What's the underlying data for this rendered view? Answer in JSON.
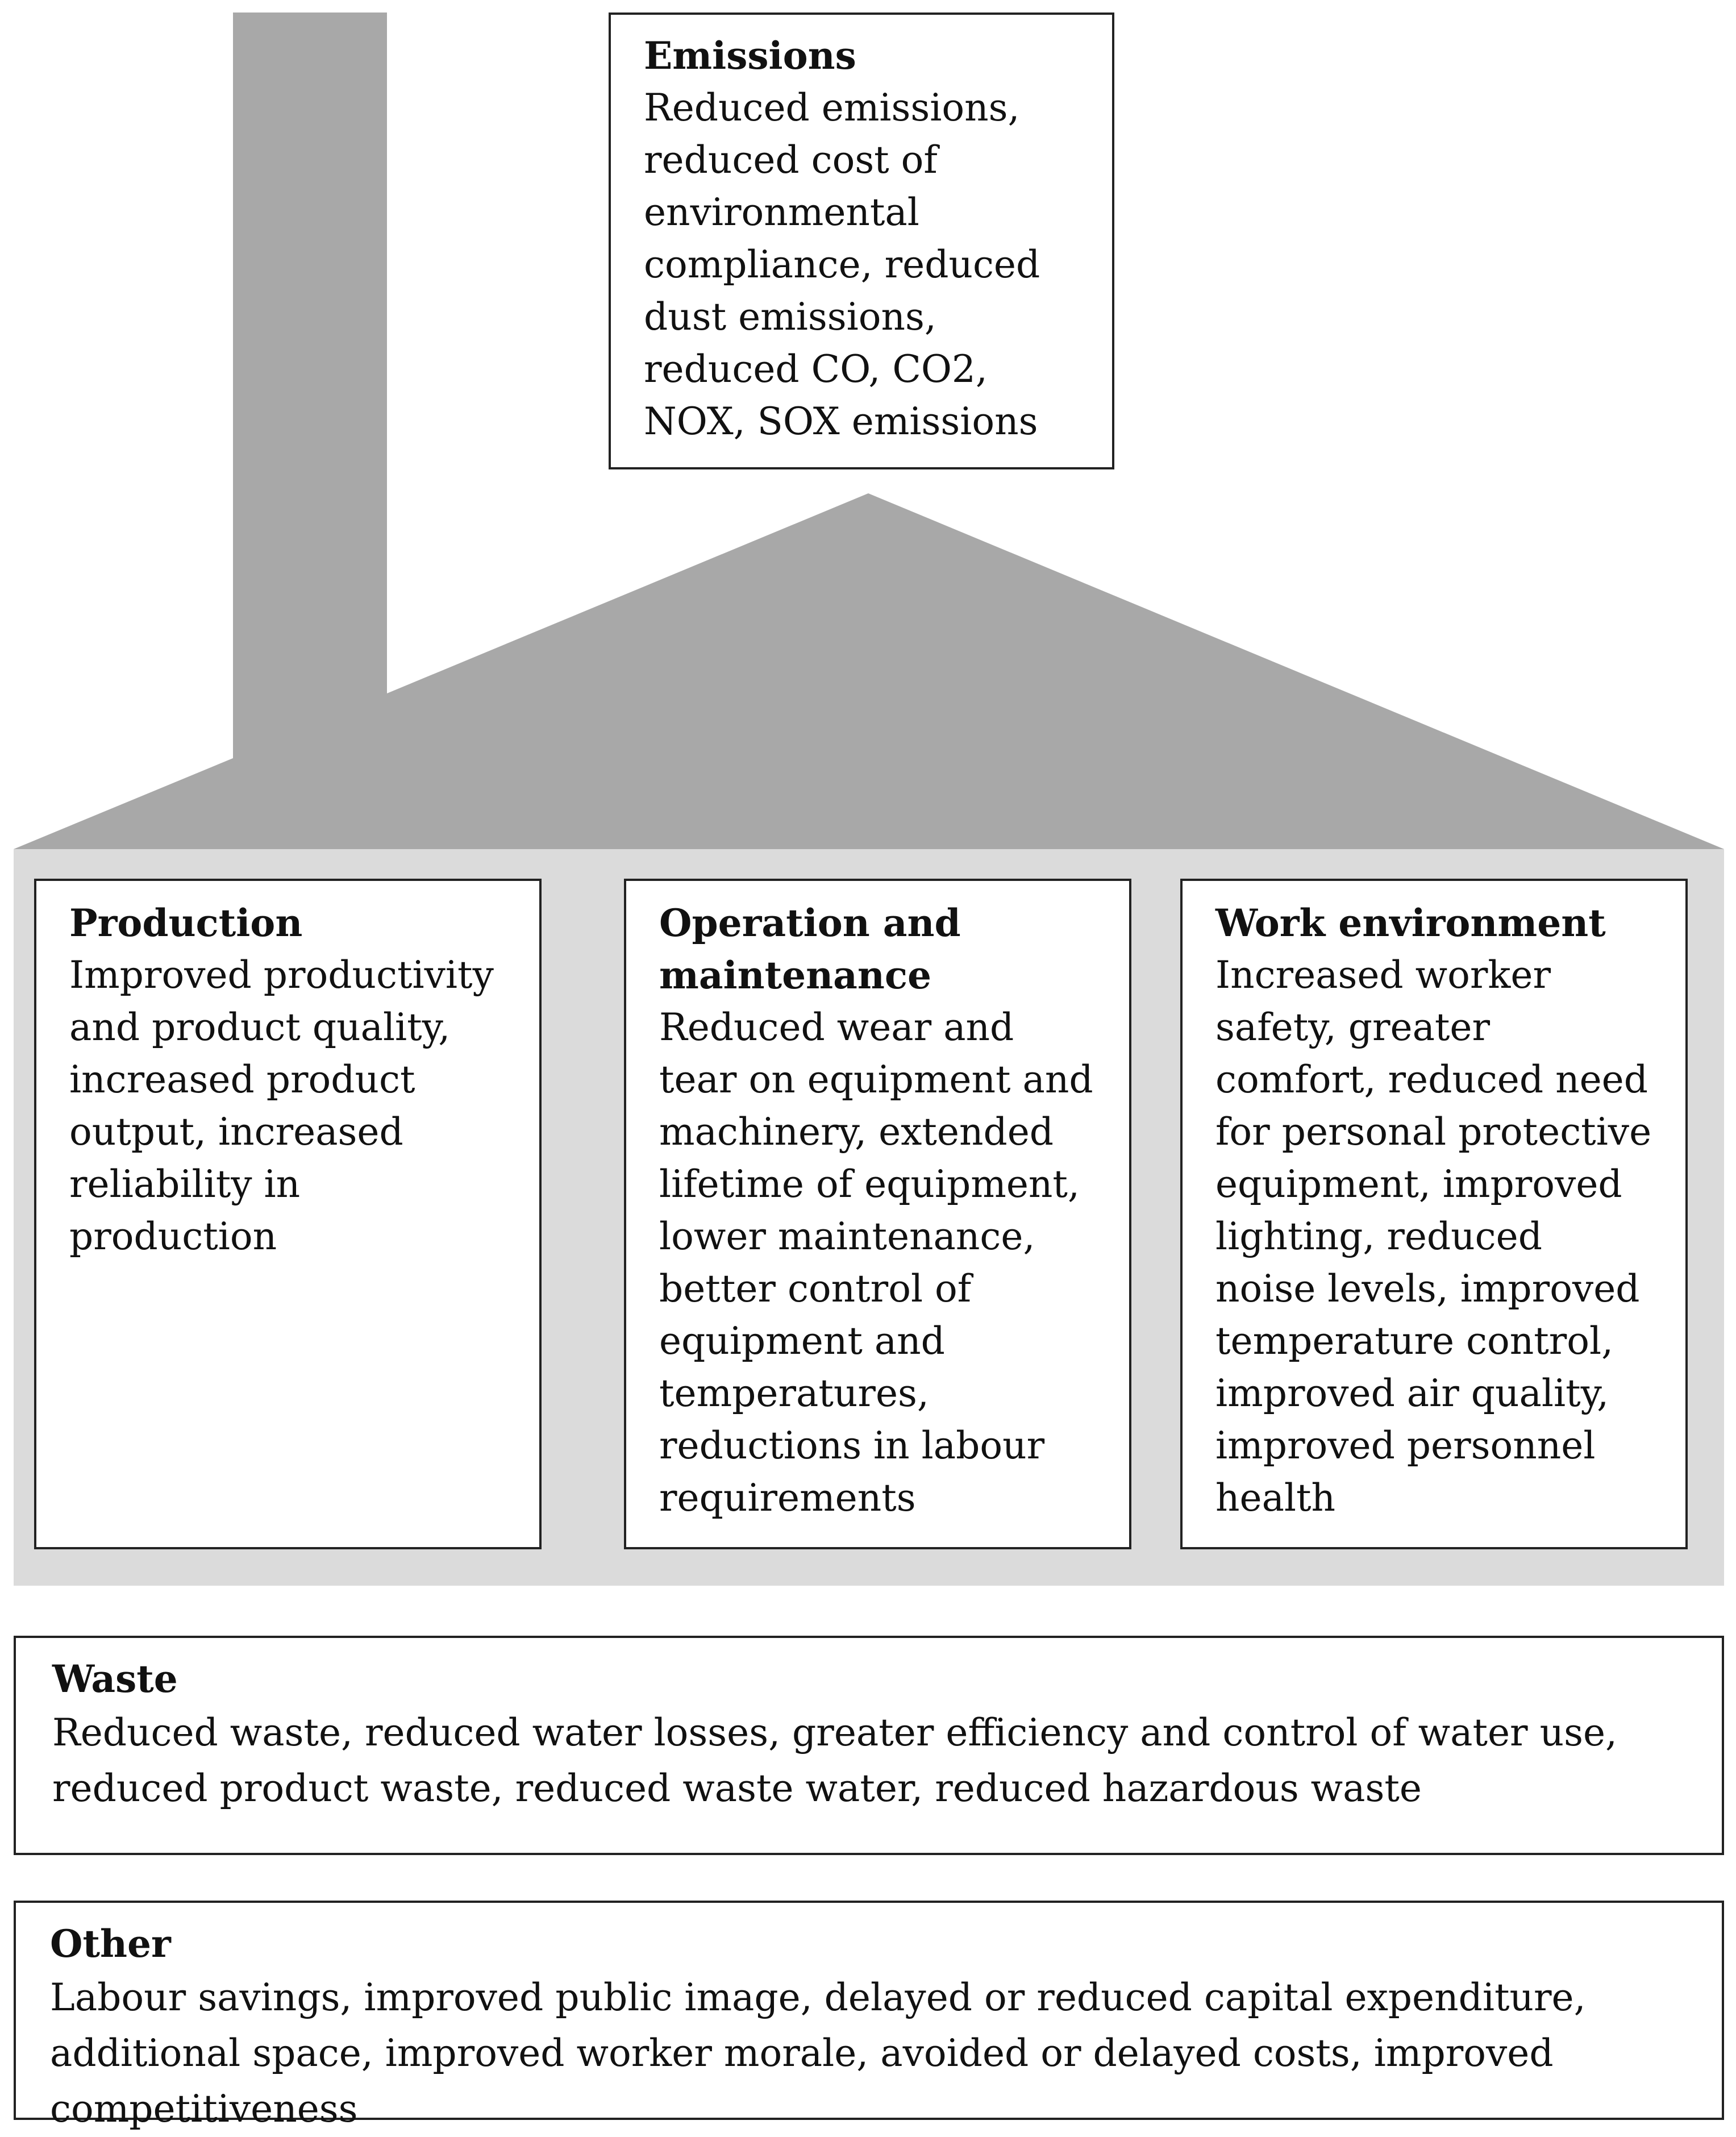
{
  "emissions": {
    "title": "Emissions",
    "text": "Reduced emissions, reduced cost of environmental compliance, reduced dust emissions, reduced CO, CO2, NOX, SOX emissions"
  },
  "production": {
    "title": "Production",
    "text": "Improved productivity and product quality, increased product output, increased reliability in production"
  },
  "operation": {
    "title": "Operation and maintenance",
    "text": "Reduced wear and tear on equipment and machinery, extended lifetime of equipment, lower maintenance, better control of equipment and temperatures, reductions in labour requirements"
  },
  "work_environment": {
    "title": "Work environment",
    "text": "Increased worker safety, greater comfort, reduced need for personal protective equipment, improved lighting, reduced noise levels, improved temperature control, improved air quality, improved personnel health"
  },
  "waste": {
    "title": "Waste",
    "text": "Reduced waste, reduced water losses, greater efficiency and control of water use, reduced product waste, reduced waste water, reduced hazardous waste"
  },
  "other": {
    "title": "Other",
    "text": "Labour savings, improved public image, delayed or reduced capital expenditure, additional space, improved worker morale, avoided or delayed costs, improved competitiveness"
  },
  "colors": {
    "roof": "#a8a8a8",
    "building_body": "#dbdbdb",
    "border": "#222222"
  }
}
